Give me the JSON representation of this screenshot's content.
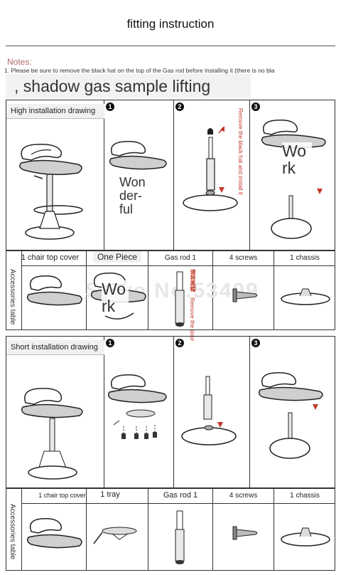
{
  "header": {
    "title": "fitting instruction"
  },
  "notes": {
    "label": "Notes:",
    "line1": "1. Please be sure to remove the black hat on the top of the Gas rod before installing it (there is no bla",
    "overlay": ", shadow gas sample lifting"
  },
  "high": {
    "label": "High installation drawing",
    "steps": [
      "1",
      "2",
      "3"
    ],
    "remove_note": "Remove the black hat and install it",
    "watermark1": [
      "Won",
      "der-",
      "ful"
    ],
    "watermark2": [
      "Wo",
      "rk"
    ]
  },
  "accessories_high": {
    "side_label": "Accessories table",
    "items": [
      "1 chair top cover",
      "One Piece",
      "Gas rod 1",
      "4 screws",
      "1 chassis"
    ],
    "watermark": [
      "Wo",
      "rk"
    ],
    "remove_door": "Remove the door",
    "cn_text": "请将黑帽",
    "faint_store": "Store No.53409"
  },
  "short": {
    "label": "Short installation drawing",
    "steps": [
      "1",
      "2",
      "3"
    ]
  },
  "accessories_short": {
    "side_label": "Accessories table",
    "items": [
      "1 chair top cover",
      "1 tray",
      "Gas rod 1",
      "4 screws",
      "1 chassis"
    ]
  }
}
